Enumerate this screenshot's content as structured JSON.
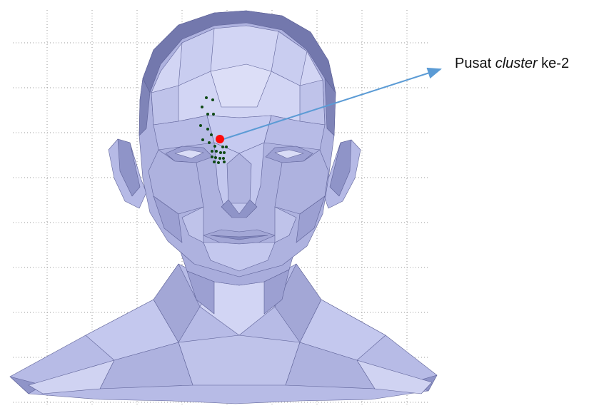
{
  "annotation": {
    "prefix": "Pusat ",
    "emphasis": "cluster",
    "suffix": " ke-2"
  },
  "colors": {
    "mesh_light": "#c9cdf0",
    "mesh_mid": "#aeb2df",
    "mesh_dark": "#7f84b8",
    "mesh_outline": "#5d6197",
    "grid": "#9a9a9a",
    "cluster_points": "#0f4a14",
    "cluster_center": "#ff0a0a",
    "arrow": "#5b9bd5"
  },
  "cluster_point_count": 24
}
